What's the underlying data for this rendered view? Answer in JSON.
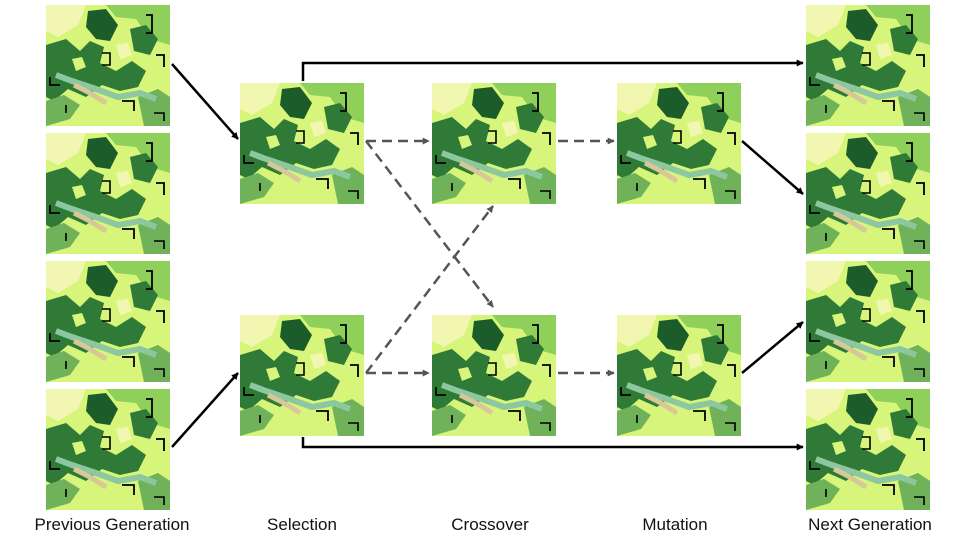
{
  "stages": [
    {
      "id": "prev",
      "label": "Previous Generation"
    },
    {
      "id": "sel",
      "label": "Selection"
    },
    {
      "id": "cross",
      "label": "Crossover"
    },
    {
      "id": "mut",
      "label": "Mutation"
    },
    {
      "id": "next",
      "label": "Next Generation"
    }
  ],
  "map_tile_icon": "land-cover-map-tile",
  "colors": {
    "solid_arrow": "#000000",
    "dashed_arrow": "#555555",
    "map_light": "#d6f57a",
    "map_pale": "#f1f7b0",
    "map_mid": "#6fb25a",
    "map_dark": "#2f7a36",
    "map_darkest": "#1c5c2a",
    "map_teal": "#8cc7a0",
    "map_tan": "#d9c79a"
  }
}
